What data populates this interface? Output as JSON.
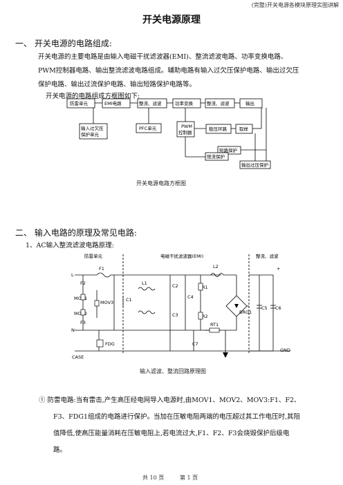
{
  "header_note": "(完整)开关电源各模块原理实图讲解",
  "title": "开关电源原理",
  "section1": {
    "heading": "一、  开关电源的电路组成:",
    "para_line1": "开关电源的主要电路是由输入电磁干扰滤波器(EMI)、整流滤波电路、功率变换电路、",
    "para_line2": "PWM控制器电路、输出整流滤波电路组成。辅助电路有输入过欠压保护电路、输出过欠压",
    "para_line3": "保护电路、输出过流保护电路、输出短路保护电路等。",
    "para_line4": "开关电源的电路组成方框图如下:"
  },
  "block_diagram": {
    "blocks": {
      "surge": "防雷单元",
      "emi": "EMI电路",
      "rect": "整流、滤波",
      "power": "功率变换",
      "out_rect": "整流、滤波",
      "output": "输出",
      "ovuv_in_1": "输入过欠压",
      "ovuv_in_2": "保护单元",
      "pfc": "PFC单元",
      "pwm_1": "PWM",
      "pwm_2": "控制器",
      "regulator": "稳压环路",
      "sample": "取样",
      "short": "短路保护",
      "current": "限流保护",
      "ovuv_out": "输出过压保护"
    },
    "caption": "开关电源电路方框图"
  },
  "section2": {
    "heading": "二、  输入电路的原理及常见电路:",
    "sub1": "1、AC输入整流滤波电路原理:"
  },
  "circuit": {
    "region_labels": {
      "surge": "防雷单元",
      "emi": "电磁干扰滤波器(EMI)",
      "rect": "整流、滤波"
    },
    "components": {
      "L": "L",
      "N": "N",
      "CASE": "CASE",
      "GND": "GND",
      "F1": "F1",
      "F2": "F2",
      "F3": "F3",
      "MOV1": "MOV1",
      "MOV2": "MOV2",
      "MOV3": "MOV3",
      "FDG": "FDG",
      "C1": "C1",
      "L1": "L1",
      "C2": "C2",
      "C3": "C3",
      "C4": "C4",
      "R1": "R1",
      "R2": "R2",
      "L2": "L2",
      "RT1": "RT1",
      "C7": "C7",
      "BRG1": "BRG1",
      "C5": "C5",
      "C6": "C6",
      "plus": "+"
    },
    "caption": "输入滤波、整流回路原理图"
  },
  "item1": {
    "line1": "① 防雷电路:当有雷击,产生高压经电网导入电源时,由MOV1、MOV2、MOV3:F1、F2、",
    "line2": "F3、FDG1组成的电路进行保护。当加在压敏电阻两端的电压超过其工作电压时,其阻",
    "line3": "值降低,使高压能量消耗在压敏电阻上,若电流过大,F1、F2、F3会烧毁保护后级电",
    "line4": "路。"
  },
  "footer": {
    "total": "共 10 页",
    "page": "第 1 页"
  }
}
